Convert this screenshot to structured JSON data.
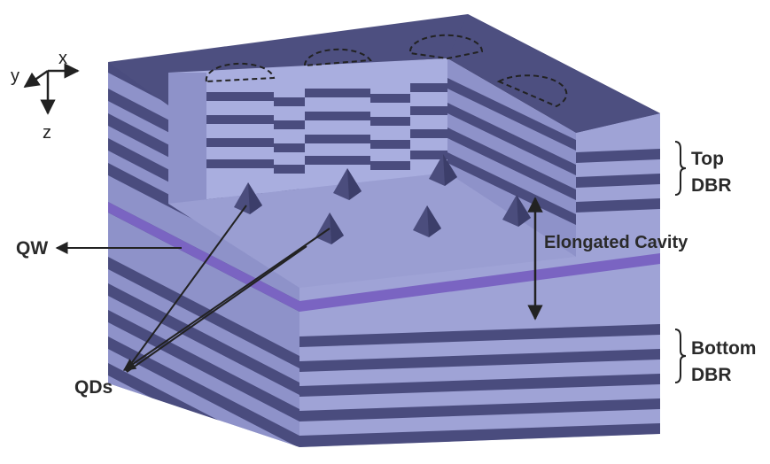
{
  "axes": {
    "x": "x",
    "y": "y",
    "z": "z"
  },
  "labels": {
    "top_dbr_line1": "Top",
    "top_dbr_line2": "DBR",
    "bottom_dbr_line1": "Bottom",
    "bottom_dbr_line2": "DBR",
    "cavity": "Elongated Cavity",
    "qw": "QW",
    "qds": "QDs"
  },
  "colors": {
    "dark_layer": "#4a4c7e",
    "light_layer_front": "#9fa3d6",
    "light_layer_side": "#8e92c9",
    "top_surface": "#4d4f80",
    "cavity_floor": "#9a9ed2",
    "cavity_wall": "#a9aedf",
    "quantum_well": "#7a64c2",
    "quantum_dot": "#4b4d7d",
    "annotation": "#222222"
  }
}
